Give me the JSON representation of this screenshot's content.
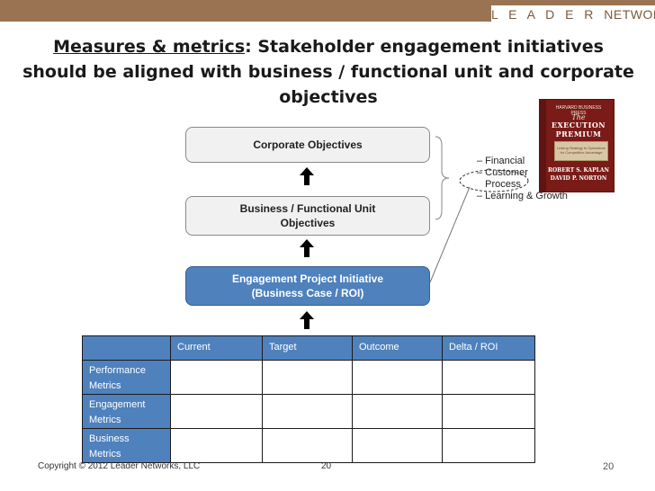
{
  "header": {
    "brand_1": "L E A D E R ",
    "brand_2": "NETWORKS",
    "bar_color": "#9a7353"
  },
  "title": {
    "underlined": "Measures & metrics",
    "rest_line1": ": Stakeholder engagement initiatives",
    "line2": "should be aligned with business / functional unit and corporate",
    "line3": "objectives"
  },
  "diagram": {
    "boxes": [
      {
        "line1": "Corporate Objectives",
        "line2": ""
      },
      {
        "line1": "Business / Functional Unit",
        "line2": "Objectives"
      },
      {
        "line1": "Engagement Project Initiative",
        "line2": "(Business Case / ROI)"
      }
    ],
    "perspectives": [
      "– Financial",
      "– Customer",
      "   Process",
      "– Learning & Growth"
    ],
    "accent_blue": "#4f81bd",
    "box_gray": "#f1f1f1"
  },
  "book": {
    "small_top": "HARVARD BUSINESS PRESS",
    "article": "The",
    "title_1": "EXECUTION",
    "title_2": "PREMIUM",
    "subtitle": "Linking Strategy to Operations for Competitive Advantage",
    "author_1": "ROBERT S. KAPLAN",
    "author_2": "DAVID P. NORTON",
    "cover_color": "#7a1b18"
  },
  "table": {
    "columns": [
      "Current",
      "Target",
      "Outcome",
      "Delta / ROI"
    ],
    "rows": [
      {
        "label": "Performance Metrics",
        "cells": [
          "",
          "",
          "",
          ""
        ]
      },
      {
        "label": "Engagement Metrics",
        "cells": [
          "",
          "",
          "",
          ""
        ]
      },
      {
        "label": "Business Metrics",
        "cells": [
          "",
          "",
          "",
          ""
        ]
      }
    ]
  },
  "footer": {
    "copyright": "Copyright © 2012 Leader Networks, LLC",
    "center_page": "20",
    "right_page": "20"
  }
}
